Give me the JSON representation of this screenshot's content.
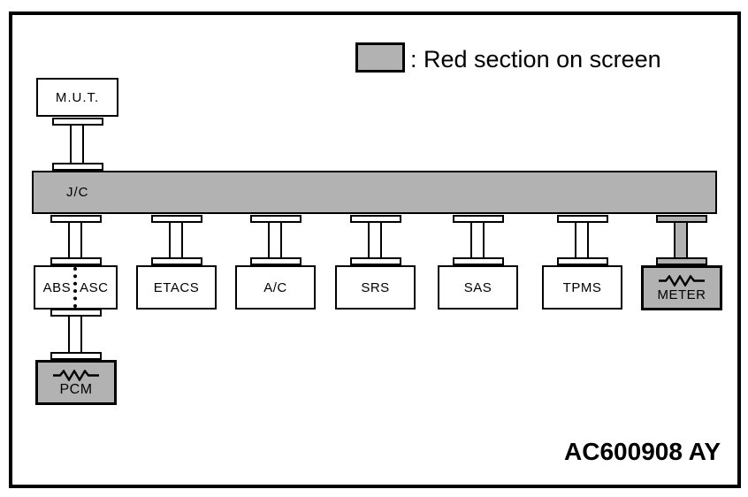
{
  "legend": {
    "label": ": Red section on screen"
  },
  "colors": {
    "section_highlight_gray": "#b2b2b2",
    "line_black": "#000000",
    "background_white": "#ffffff"
  },
  "nodes": {
    "tool": {
      "label": "M.U.T."
    },
    "junction": {
      "label": "J/C"
    },
    "modules": [
      {
        "id": "abs-asc",
        "labels": [
          "ABS",
          "ASC"
        ],
        "highlighted": false
      },
      {
        "id": "etacs",
        "label": "ETACS",
        "highlighted": false
      },
      {
        "id": "ac",
        "label": "A/C",
        "highlighted": false
      },
      {
        "id": "srs",
        "label": "SRS",
        "highlighted": false
      },
      {
        "id": "sas",
        "label": "SAS",
        "highlighted": false
      },
      {
        "id": "tpms",
        "label": "TPMS",
        "highlighted": false
      },
      {
        "id": "meter",
        "label": "METER",
        "highlighted": true
      }
    ],
    "terminator": {
      "label": "PCM",
      "highlighted": true
    }
  },
  "footer": {
    "figure_code": "AC600908 AY"
  }
}
